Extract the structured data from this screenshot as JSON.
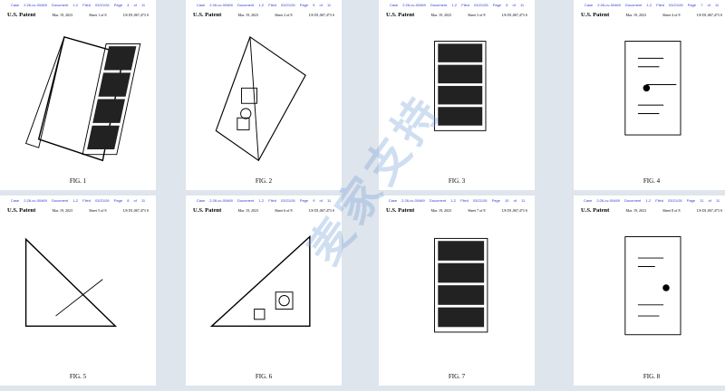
{
  "sheets": [
    {
      "case": "Case 2:26-cv-00469",
      "doc": "Document 1-2",
      "filed": "Filed 03/21/26",
      "page": "Page 4 of 11",
      "patent": "U.S. Patent",
      "date": "Mar. 19, 2023",
      "sheet": "Sheet 1 of 8",
      "number": "US D1,067,473 S",
      "fig": "FIG. 1"
    },
    {
      "case": "Case 2:26-cv-00469",
      "doc": "Document 1-2",
      "filed": "Filed 03/21/26",
      "page": "Page 5 of 11",
      "patent": "U.S. Patent",
      "date": "Mar. 19, 2023",
      "sheet": "Sheet 2 of 8",
      "number": "US D1,067,473 S",
      "fig": "FIG. 2"
    },
    {
      "case": "Case 2:26-cv-00469",
      "doc": "Document 1-2",
      "filed": "Filed 03/21/26",
      "page": "Page 6 of 11",
      "patent": "U.S. Patent",
      "date": "Mar. 19, 2023",
      "sheet": "Sheet 3 of 8",
      "number": "US D1,067,473 S",
      "fig": "FIG. 3"
    },
    {
      "case": "Case 2:26-cv-00469",
      "doc": "Document 1-2",
      "filed": "Filed 03/21/26",
      "page": "Page 7 of 11",
      "patent": "U.S. Patent",
      "date": "Mar. 19, 2023",
      "sheet": "Sheet 4 of 8",
      "number": "US D1,067,473 S",
      "fig": "FIG. 4"
    },
    {
      "case": "Case 2:26-cv-00469",
      "doc": "Document 1-2",
      "filed": "Filed 03/21/26",
      "page": "Page 8 of 11",
      "patent": "U.S. Patent",
      "date": "Mar. 19, 2023",
      "sheet": "Sheet 5 of 8",
      "number": "US D1,067,473 S",
      "fig": "FIG. 5"
    },
    {
      "case": "Case 2:26-cv-00469",
      "doc": "Document 1-2",
      "filed": "Filed 03/21/26",
      "page": "Page 9 of 11",
      "patent": "U.S. Patent",
      "date": "Mar. 19, 2023",
      "sheet": "Sheet 6 of 8",
      "number": "US D1,067,473 S",
      "fig": "FIG. 6"
    },
    {
      "case": "Case 2:26-cv-00469",
      "doc": "Document 1-2",
      "filed": "Filed 03/21/26",
      "page": "Page 10 of 11",
      "patent": "U.S. Patent",
      "date": "Mar. 19, 2023",
      "sheet": "Sheet 7 of 8",
      "number": "US D1,067,473 S",
      "fig": "FIG. 7"
    },
    {
      "case": "Case 2:26-cv-00469",
      "doc": "Document 1-2",
      "filed": "Filed 03/21/26",
      "page": "Page 11 of 11",
      "patent": "U.S. Patent",
      "date": "Mar. 19, 2023",
      "sheet": "Sheet 8 of 8",
      "number": "US D1,067,473 S",
      "fig": "FIG. 8"
    }
  ],
  "watermark": "麦家支持"
}
